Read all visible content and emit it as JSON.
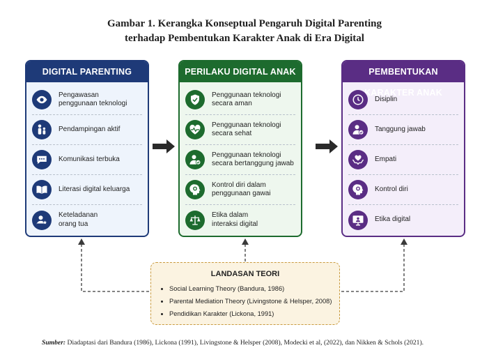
{
  "title": {
    "line1": "Gambar 1. Kerangka Konseptual Pengaruh Digital Parenting",
    "line2": "terhadap Pembentukan Karakter Anak di Era Digital"
  },
  "columns": {
    "digital_parenting": {
      "heading": "DIGITAL PARENTING",
      "items": [
        {
          "label": "Pengawasan\npenggunaan teknologi",
          "icon": "eye-icon"
        },
        {
          "label": "Pendampingan aktif",
          "icon": "parent-child-icon"
        },
        {
          "label": "Komunikasi terbuka",
          "icon": "chat-icon"
        },
        {
          "label": "Literasi digital keluarga",
          "icon": "book-icon"
        },
        {
          "label": "Keteladanan\norang tua",
          "icon": "user-star-icon"
        }
      ]
    },
    "perilaku_digital": {
      "heading": "PERILAKU DIGITAL ANAK",
      "items": [
        {
          "label": "Penggunaan teknologi\nsecara aman",
          "icon": "shield-check-icon"
        },
        {
          "label": "Penggunaan teknologi\nsecara sehat",
          "icon": "heart-pulse-icon"
        },
        {
          "label": "Penggunaan teknologi\nsecara bertanggung jawab",
          "icon": "user-check-icon"
        },
        {
          "label": "Kontrol diri dalam\npenggunaan gawai",
          "icon": "head-gear-icon"
        },
        {
          "label": "Etika dalam\ninteraksi digital",
          "icon": "scales-icon"
        }
      ]
    },
    "pembentukan_karakter": {
      "heading": "PEMBENTUKAN KARAKTER ANAK",
      "items": [
        {
          "label": "Disiplin",
          "icon": "clock-icon"
        },
        {
          "label": "Tanggung jawab",
          "icon": "user-check-icon"
        },
        {
          "label": "Empati",
          "icon": "hands-heart-icon"
        },
        {
          "label": "Kontrol diri",
          "icon": "head-gear-icon"
        },
        {
          "label": "Etika digital",
          "icon": "monitor-user-icon"
        }
      ]
    }
  },
  "landasan": {
    "title": "LANDASAN TEORI",
    "items": [
      "Social Learning Theory (Bandura, 1986)",
      "Parental Mediation Theory (Livingstone & Helsper, 2008)",
      "Pendidikan Karakter (Lickona, 1991)"
    ]
  },
  "source": {
    "prefix": "Sumber:",
    "text": " Diadaptasi dari Bandura (1986), Lickona (1991), Livingstone & Helsper (2008), Modecki et al, (2022), dan Nikken & Schols (2021)."
  },
  "colors": {
    "blue": "#1e3a78",
    "green": "#1d6b2e",
    "purple": "#5a2d84",
    "gold": "#c99a3e"
  }
}
